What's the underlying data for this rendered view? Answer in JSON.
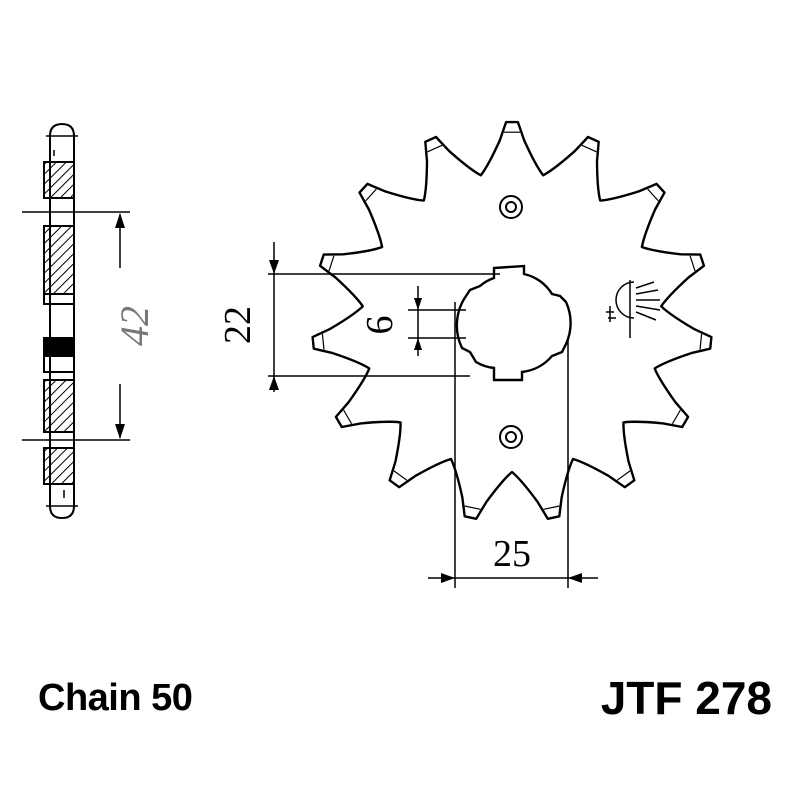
{
  "drawing": {
    "tooth_count": 15,
    "dimensions": {
      "hub_width": "42",
      "spline_diameter": "22",
      "spline_width": "6",
      "bolt_spacing": "25"
    }
  },
  "footer": {
    "chain": "Chain 50",
    "part_number": "JTF 278"
  },
  "colors": {
    "line": "#000000",
    "dim_gray": "#777777",
    "background": "#ffffff"
  }
}
